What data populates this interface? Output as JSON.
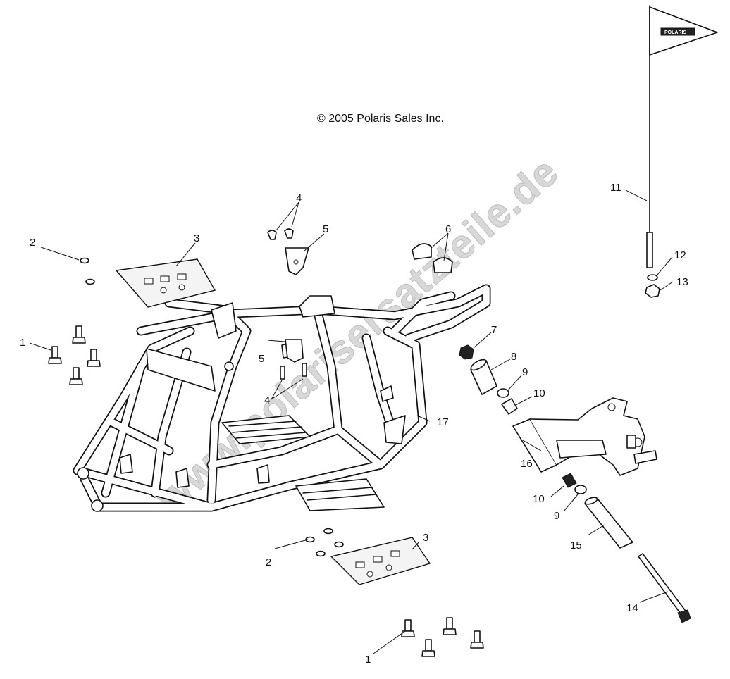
{
  "copyright": "© 2005 Polaris Sales Inc.",
  "watermark": "www.polarisersatzteile.de",
  "flag_logo": "POLARIS",
  "callouts": {
    "c1a": "1",
    "c1b": "1",
    "c2a": "2",
    "c2b": "2",
    "c3a": "3",
    "c3b": "3",
    "c4a": "4",
    "c4b": "4",
    "c5a": "5",
    "c5b": "5",
    "c6": "6",
    "c7": "7",
    "c8": "8",
    "c9a": "9",
    "c9b": "9",
    "c10a": "10",
    "c10b": "10",
    "c11": "11",
    "c12": "12",
    "c13": "13",
    "c14": "14",
    "c15": "15",
    "c16": "16",
    "c17": "17"
  }
}
